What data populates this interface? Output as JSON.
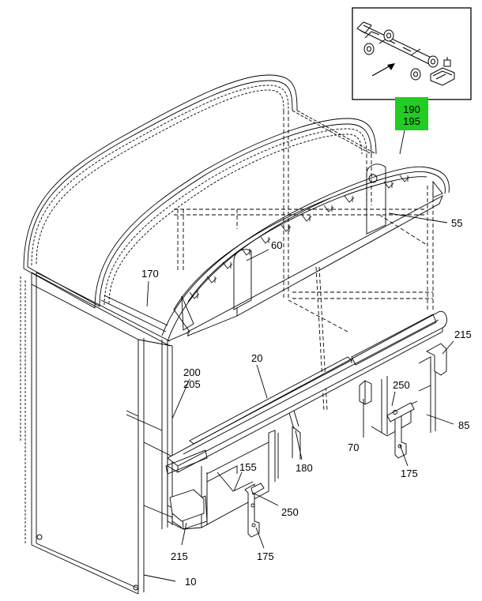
{
  "diagram": {
    "highlight_color": "#22cc22",
    "highlighted_callout": [
      "190",
      "195"
    ],
    "callouts": {
      "c55": "55",
      "c60": "60",
      "c170": "170",
      "c20": "20",
      "c200": "200",
      "c205": "205",
      "c215_right": "215",
      "c250_right": "250",
      "c85": "85",
      "c70": "70",
      "c175_right": "175",
      "c180": "180",
      "c155": "155",
      "c250_lower": "250",
      "c215_lower": "215",
      "c175_lower": "175",
      "c10": "10"
    },
    "inset": {
      "description_icon": "vehicle-chassis-locator-icon",
      "arrow_icon": "direction-arrow-icon"
    }
  }
}
